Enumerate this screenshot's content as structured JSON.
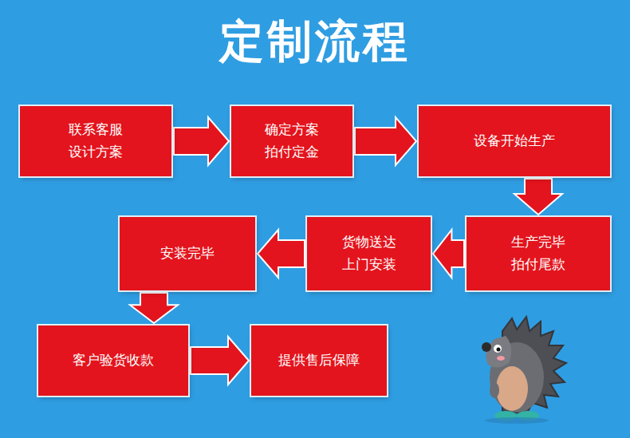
{
  "diagram": {
    "title": "定制流程",
    "nodes": [
      {
        "text": [
          "联系客服 设计方案"
        ]
      },
      {
        "text": [
          "确定方案 拍付定金"
        ]
      },
      {
        "text": [
          "设备开始生产"
        ]
      },
      {
        "text": [
          "生产完毕 拍付尾款"
        ]
      },
      {
        "text": [
          "货物送达 上门安装"
        ]
      },
      {
        "text": [
          "安装完毕"
        ]
      },
      {
        "text": [
          "客户验货收款"
        ]
      },
      {
        "text": [
          "提供售后保障"
        ]
      }
    ],
    "edges": [
      {
        "from": 0,
        "to": 1,
        "arrow": "to"
      },
      {
        "from": 1,
        "to": 2,
        "arrow": "to"
      },
      {
        "from": 2,
        "to": 3,
        "arrow": "to"
      },
      {
        "from": 3,
        "to": 4,
        "arrow": "to"
      },
      {
        "from": 4,
        "to": 5,
        "arrow": "to"
      },
      {
        "from": 5,
        "to": 6,
        "arrow": "to"
      },
      {
        "from": 6,
        "to": 7,
        "arrow": "to"
      }
    ]
  }
}
